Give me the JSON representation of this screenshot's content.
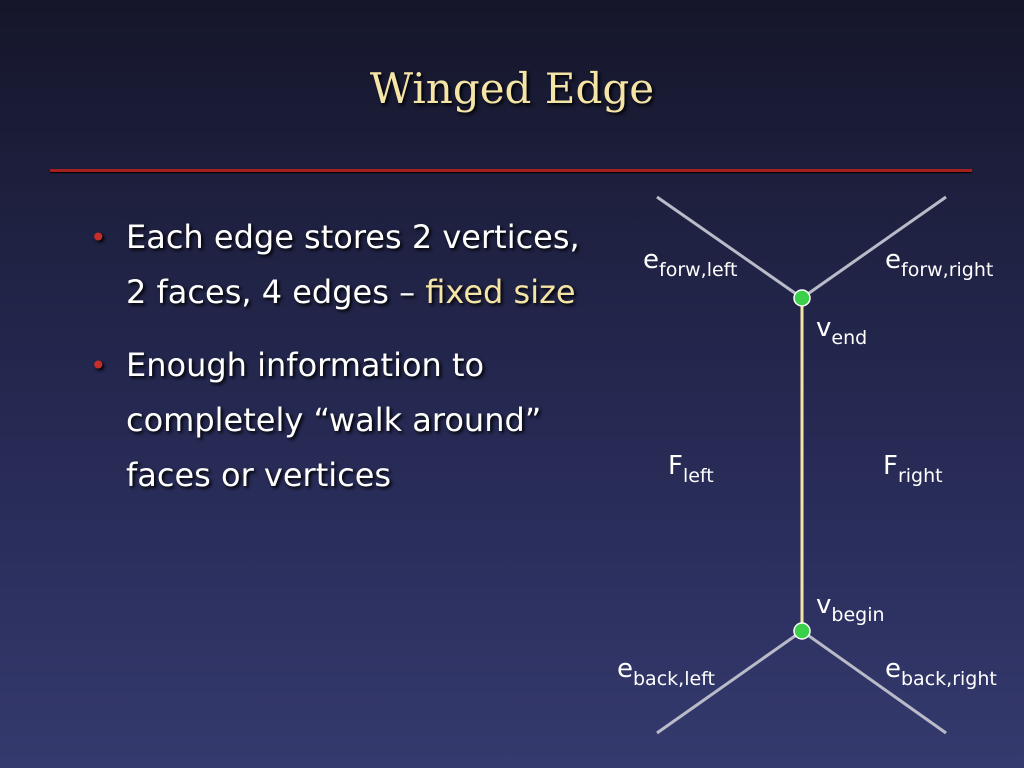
{
  "slide": {
    "title": "Winged Edge",
    "bullets": [
      {
        "text": "Each edge stores 2 vertices, 2 faces, 4 edges – ",
        "highlight": "fixed size"
      },
      {
        "text": "Enough information to completely “walk around” faces or vertices",
        "highlight": ""
      }
    ]
  },
  "diagram": {
    "labels": {
      "e_forw_left": {
        "base": "e",
        "sub": "forw,left"
      },
      "e_forw_right": {
        "base": "e",
        "sub": "forw,right"
      },
      "v_end": {
        "base": "v",
        "sub": "end"
      },
      "f_left": {
        "base": "F",
        "sub": "left"
      },
      "f_right": {
        "base": "F",
        "sub": "right"
      },
      "v_begin": {
        "base": "v",
        "sub": "begin"
      },
      "e_back_left": {
        "base": "e",
        "sub": "back,left"
      },
      "e_back_right": {
        "base": "e",
        "sub": "back,right"
      }
    },
    "colors": {
      "edge": "#f4e4a6",
      "wing": "#b9bbc9",
      "vertex": "#3ccf4a",
      "bullet": "#c62d2b",
      "highlight": "#f4e4a6"
    }
  }
}
